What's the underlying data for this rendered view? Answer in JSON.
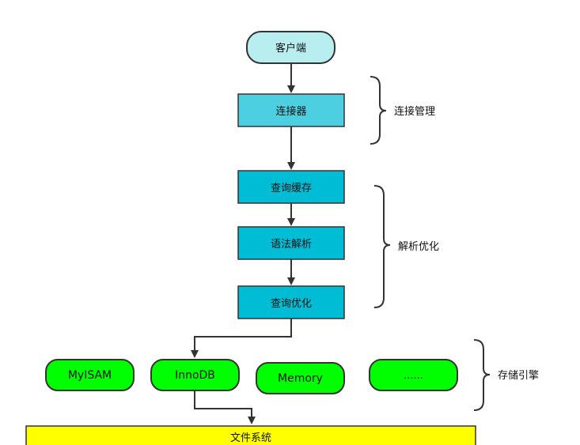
{
  "nodes": {
    "client": "客户端",
    "connector": "连接器",
    "query_cache": "查询缓存",
    "parser": "语法解析",
    "optimizer": "查询优化",
    "engine_myisam": "MyISAM",
    "engine_innodb": "InnoDB",
    "engine_memory": "Memory",
    "engine_more": "......",
    "file_system": "文件系统"
  },
  "groups": {
    "connection": "连接管理",
    "parsing": "解析优化",
    "storage": "存储引擎"
  },
  "colors": {
    "client_fill": "#b8eef0",
    "connector_fill": "#4ccfe0",
    "parse_fill": "#00bcd4",
    "engine_fill": "#00ff00",
    "fs_fill": "#ffff00",
    "stroke": "#333333"
  }
}
